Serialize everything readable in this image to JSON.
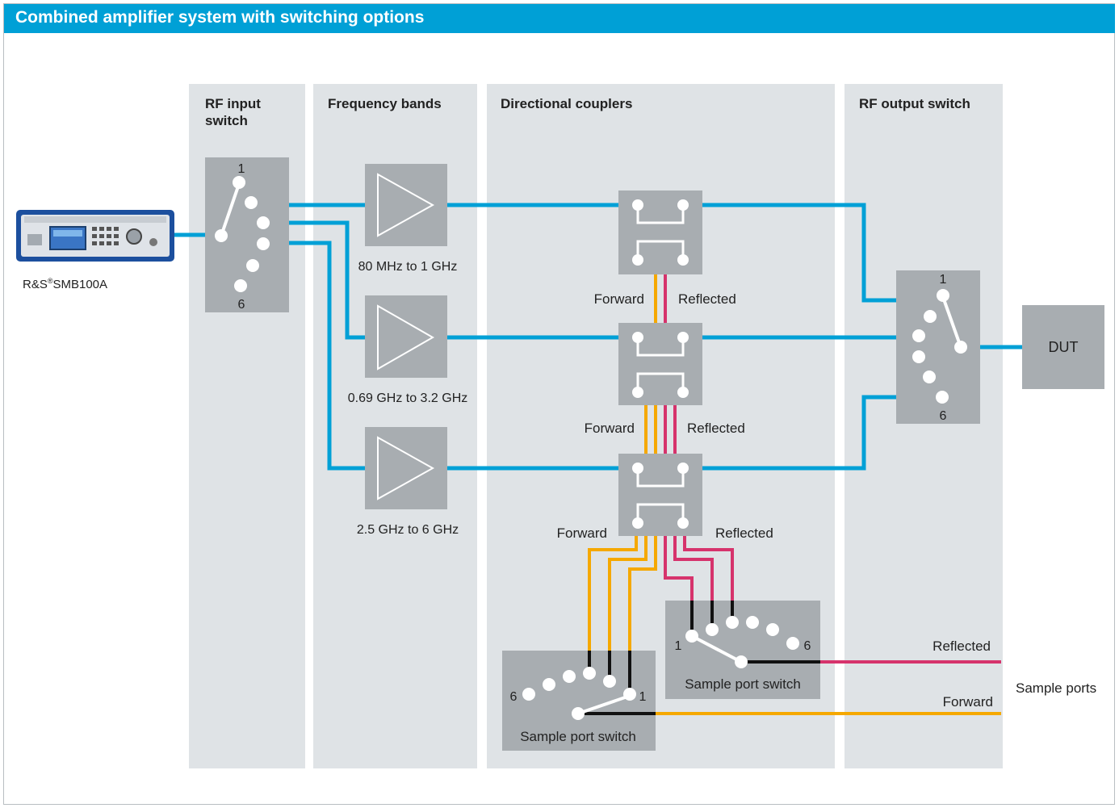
{
  "header": {
    "title": "Combined amplifier system with switching options"
  },
  "columns": {
    "rf_input_line1": "RF input",
    "rf_input_line2": "switch",
    "frequency_bands": "Frequency bands",
    "directional_couplers": "Directional couplers",
    "rf_output": "RF output switch"
  },
  "generator": {
    "label_prefix": "R&S",
    "label_reg": "®",
    "label_model": "SMB100A"
  },
  "input_switch": {
    "top": "1",
    "bottom": "6"
  },
  "output_switch": {
    "top": "1",
    "bottom": "6"
  },
  "amplifiers": {
    "band1": "80 MHz to 1 GHz",
    "band2": "0.69 GHz to 3.2 GHz",
    "band3": "2.5 GHz to 6 GHz"
  },
  "couplers": {
    "forward1": "Forward",
    "reflected1": "Reflected",
    "forward2": "Forward",
    "reflected2": "Reflected",
    "forward3": "Forward",
    "reflected3": "Reflected"
  },
  "dut": {
    "label": "DUT"
  },
  "sample_switch_right": {
    "label": "Sample port switch",
    "left": "1",
    "right": "6"
  },
  "sample_switch_left": {
    "label": "Sample port switch",
    "left": "6",
    "right": "1"
  },
  "outputs": {
    "reflected": "Reflected",
    "forward": "Forward",
    "sample_ports": "Sample ports"
  },
  "colors": {
    "blue": "#00a0d6",
    "orange": "#f5a800",
    "pink": "#d6336c",
    "gray_box": "#a8adb1",
    "column_bg": "#dfe3e6"
  }
}
